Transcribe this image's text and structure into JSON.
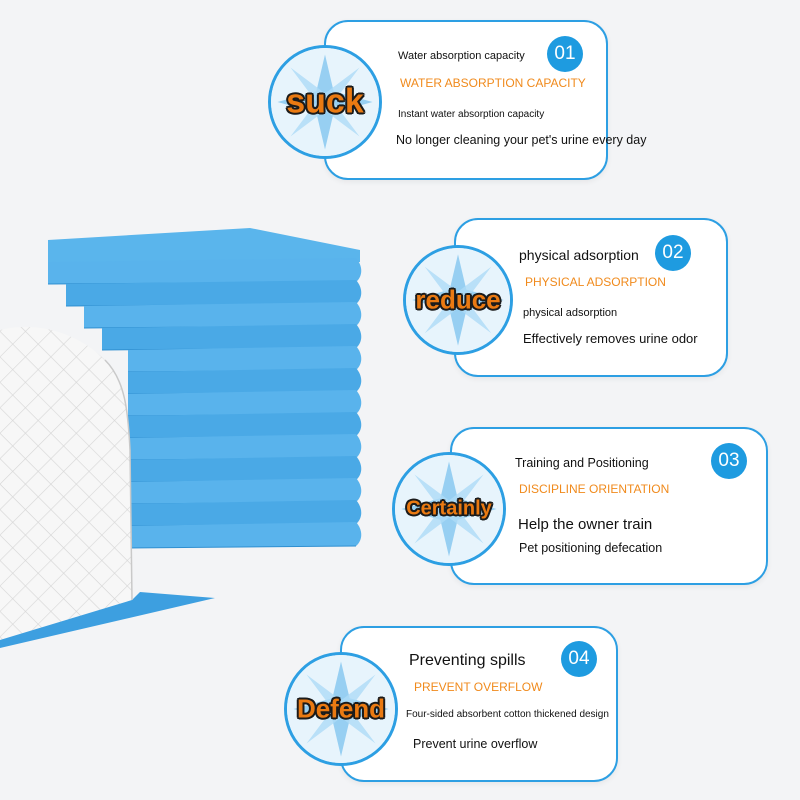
{
  "features": [
    {
      "word": "suck",
      "number": "01",
      "title": "Water absorption capacity",
      "subtitle": "WATER ABSORPTION CAPACITY",
      "line1": "Instant water absorption capacity",
      "line2": "No longer cleaning your pet's urine every day"
    },
    {
      "word": "reduce",
      "number": "02",
      "title": "physical adsorption",
      "subtitle": "PHYSICAL ADSORPTION",
      "line1": "physical adsorption",
      "line2": "Effectively removes urine odor"
    },
    {
      "word": "Certainly",
      "number": "03",
      "title": "Training and Positioning",
      "subtitle": "DISCIPLINE ORIENTATION",
      "line1": "Help the owner train",
      "line2": "Pet positioning defecation"
    },
    {
      "word": "Defend",
      "number": "04",
      "title": "Preventing spills",
      "subtitle": "PREVENT OVERFLOW",
      "line1": "Four-sided absorbent cotton thickened design",
      "line2": "Prevent urine overflow"
    }
  ],
  "colors": {
    "accent": "#1e9be0",
    "border": "#2d9fe3",
    "orange": "#f08a1c",
    "pad_blue": "#4aa9e6"
  }
}
